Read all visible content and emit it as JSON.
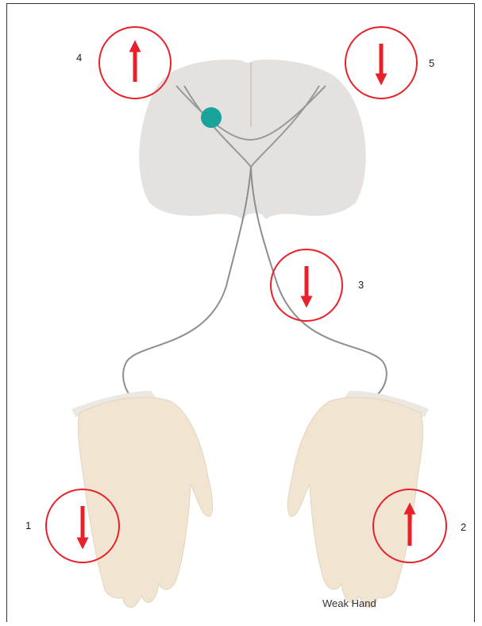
{
  "markers": [
    {
      "number": "1",
      "direction": "down"
    },
    {
      "number": "2",
      "direction": "up"
    },
    {
      "number": "3",
      "direction": "down"
    },
    {
      "number": "4",
      "direction": "up"
    },
    {
      "number": "5",
      "direction": "down"
    }
  ],
  "caption": "Weak Hand",
  "colors": {
    "arrow": "#e8202a",
    "lesion": "#1aa39a",
    "brain": "#e4e1de",
    "hand": "#f1e5d2",
    "nerve": "#8e8e8e"
  }
}
